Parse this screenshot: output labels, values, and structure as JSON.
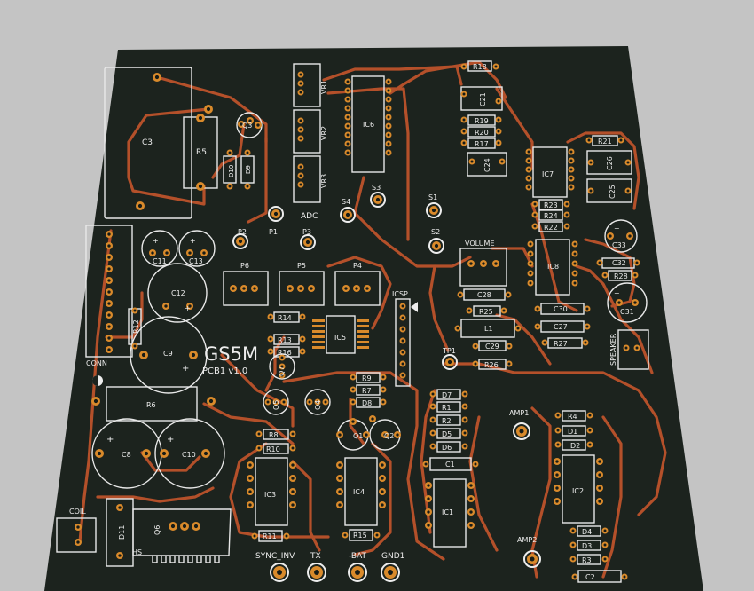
{
  "board": {
    "title": "GS5M",
    "version": "PCB1 v1.0",
    "colors": {
      "board": "#1c231e",
      "trace": "#b4502a",
      "pad": "#d98a2b",
      "silk": "#ededed",
      "background": "#c4c4c4"
    }
  },
  "labels": {
    "c3": "C3",
    "r5": "R5",
    "q3": "Q3",
    "d10": "D10",
    "d9": "D9",
    "vr1": "VR1",
    "vr2": "VR2",
    "vr3": "VR3",
    "adc": "ADC",
    "ic6": "IC6",
    "r18": "R18",
    "c21": "C21",
    "r19": "R19",
    "r20": "R20",
    "r17": "R17",
    "c24": "C24",
    "ic7": "IC7",
    "r21": "R21",
    "c26": "C26",
    "c25": "C25",
    "r23": "R23",
    "r24": "R24",
    "r22": "R22",
    "s1": "S1",
    "s2": "S2",
    "s3": "S3",
    "s4": "S4",
    "p1": "P1",
    "p2": "P2",
    "p3": "P3",
    "p4": "P4",
    "p5": "P5",
    "p6": "P6",
    "c11": "C11",
    "c13": "C13",
    "c12": "C12",
    "conn": "CONN",
    "r12": "R12",
    "c9": "C9",
    "volume": "VOLUME",
    "ic8": "IC8",
    "c33": "C33",
    "c32": "C32",
    "r28": "R28",
    "c31": "C31",
    "c28": "C28",
    "r25": "R25",
    "c30": "C30",
    "l1": "L1",
    "c27": "C27",
    "c29": "C29",
    "r27": "R27",
    "speaker": "SPEAKER",
    "r14": "R14",
    "r13": "R13",
    "r16": "R16",
    "ic5": "IC5",
    "icsp": "ICSP",
    "tp1": "TP1",
    "r26": "R26",
    "q7": "Q7",
    "r9": "R9",
    "r7": "R7",
    "d8": "D8",
    "r6": "R6",
    "q5": "Q5",
    "q4": "Q4",
    "q1": "Q1",
    "q2": "Q2",
    "d7": "D7",
    "r1": "R1",
    "r2": "R2",
    "d5": "D5",
    "d6": "D6",
    "c1": "C1",
    "amp1": "AMP1",
    "r4": "R4",
    "d1": "D1",
    "d2": "D2",
    "c8": "C8",
    "c10": "C10",
    "r8": "R8",
    "r10": "R10",
    "ic3": "IC3",
    "ic4": "IC4",
    "ic1": "IC1",
    "ic2": "IC2",
    "coil": "COIL",
    "d11": "D11",
    "q6": "Q6",
    "hs": "HS",
    "r11": "R11",
    "r15": "R15",
    "sync_inv": "SYNC_INV",
    "tx": "TX",
    "bat": "-BAT",
    "gnd1": "GND1",
    "amp2": "AMP2",
    "d4": "D4",
    "d3": "D3",
    "r3": "R3",
    "c2": "C2"
  }
}
